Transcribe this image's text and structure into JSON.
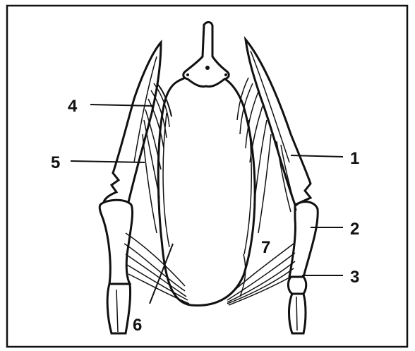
{
  "diagram": {
    "labels": [
      {
        "id": "label-1",
        "text": "1"
      },
      {
        "id": "label-2",
        "text": "2"
      },
      {
        "id": "label-3",
        "text": "3"
      },
      {
        "id": "label-4",
        "text": "4"
      },
      {
        "id": "label-5",
        "text": "5"
      },
      {
        "id": "label-6",
        "text": "6"
      },
      {
        "id": "label-7",
        "text": "7"
      }
    ]
  },
  "colors": {
    "ink": "#111111",
    "background": "#ffffff"
  }
}
